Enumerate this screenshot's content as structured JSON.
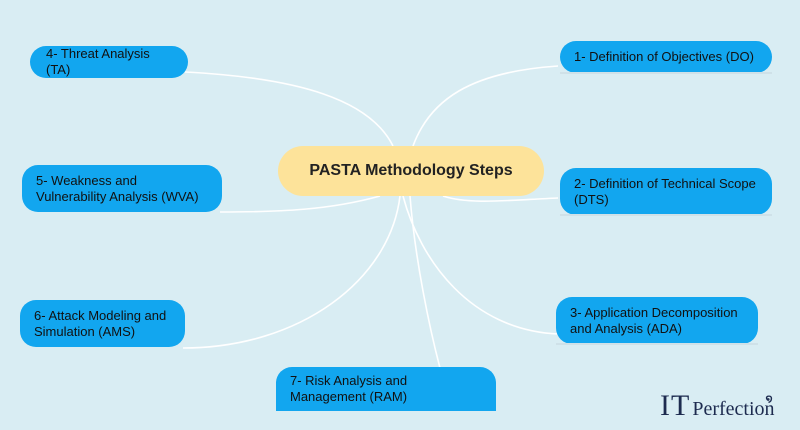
{
  "diagram": {
    "center": "PASTA Methodology Steps",
    "nodes": [
      {
        "id": "do",
        "label": "1- Definition of Objectives (DO)"
      },
      {
        "id": "dts",
        "label": "2- Definition of Technical Scope (DTS)"
      },
      {
        "id": "ada",
        "label": "3- Application Decomposition and Analysis (ADA)"
      },
      {
        "id": "ta",
        "label": "4- Threat Analysis (TA)"
      },
      {
        "id": "wva",
        "label": "5- Weakness and Vulnerability Analysis (WVA)"
      },
      {
        "id": "ams",
        "label": "6- Attack Modeling and Simulation (AMS)"
      },
      {
        "id": "ram",
        "label": "7- Risk Analysis and Management (RAM)"
      }
    ]
  },
  "logo": {
    "it": "IT",
    "rest": "Perfection"
  },
  "colors": {
    "background": "#d9edf3",
    "node": "#12a6ef",
    "center": "#fde39a",
    "connector": "#ffffff"
  }
}
